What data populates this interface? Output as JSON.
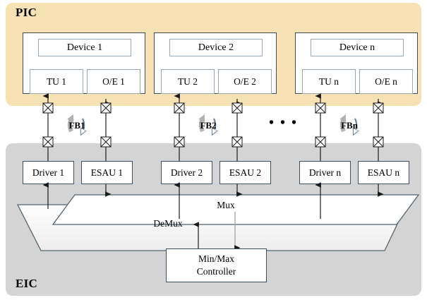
{
  "diagram": {
    "title": "PIC / EIC block diagram",
    "panels": {
      "pic": {
        "label": "PIC",
        "color": "#f7e2b5"
      },
      "eic": {
        "label": "EIC",
        "color": "#d4d4d4"
      }
    },
    "ellipsis": "• • •",
    "device_groups": [
      {
        "title": "Device 1",
        "left_unit": "TU 1",
        "right_unit": "O/E 1"
      },
      {
        "title": "Device 2",
        "left_unit": "TU 2",
        "right_unit": "O/E 2"
      },
      {
        "title": "Device n",
        "left_unit": "TU n",
        "right_unit": "O/E n"
      }
    ],
    "feedback_loops": [
      {
        "label": "FB1"
      },
      {
        "label": "FB2"
      },
      {
        "label": "FBn"
      }
    ],
    "unit_boxes": [
      {
        "label": "Driver 1"
      },
      {
        "label": "ESAU 1"
      },
      {
        "label": "Driver 2"
      },
      {
        "label": "ESAU 2"
      },
      {
        "label": "Driver n"
      },
      {
        "label": "ESAU n"
      }
    ],
    "buses": {
      "mux": "Mux",
      "demux": "DeMux"
    },
    "controller": {
      "line1": "Min/Max",
      "line2": "Controller"
    },
    "colors": {
      "pic_background": "#f7e2b5",
      "eic_background": "#d4d4d4",
      "box_border": "#3f4f63",
      "inner_border": "#9aa7b5",
      "bus_fill": "#ffffff",
      "demux_fill": "#f2f2f2",
      "arrow_loop_gray": "#b3b3b3",
      "arrow_loop_blue": "#6f8296",
      "wire": "#1a1a1a"
    }
  }
}
